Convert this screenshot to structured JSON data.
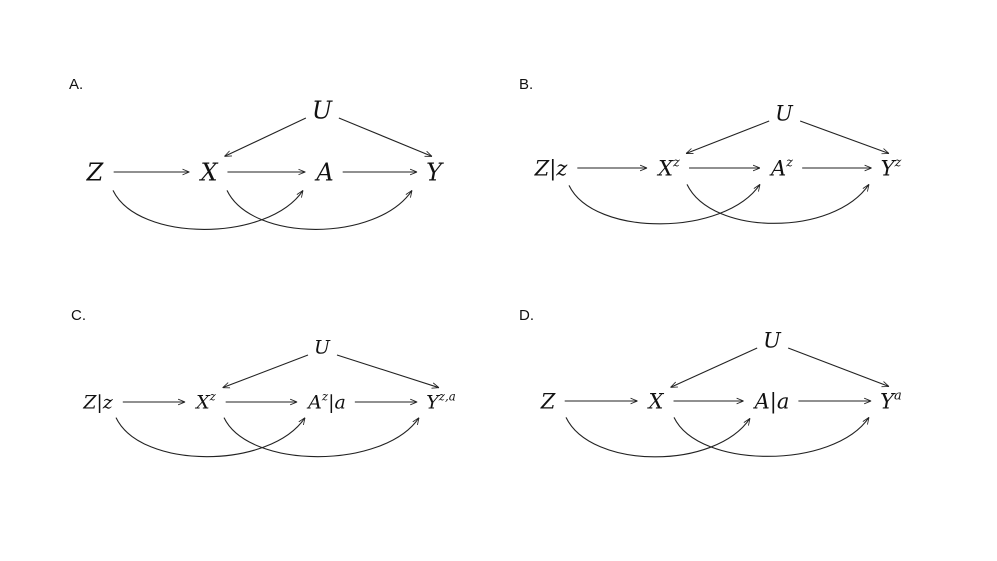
{
  "panels": [
    {
      "label": "A.",
      "nodes": {
        "Z": {
          "base": "Z"
        },
        "X": {
          "base": "X"
        },
        "A": {
          "base": "A"
        },
        "Y": {
          "base": "Y"
        },
        "U": {
          "base": "U"
        }
      }
    },
    {
      "label": "B.",
      "nodes": {
        "Z": {
          "base": "Z",
          "suffix": "|z"
        },
        "X": {
          "base": "X",
          "sup": "z"
        },
        "A": {
          "base": "A",
          "sup": "z"
        },
        "Y": {
          "base": "Y",
          "sup": "z"
        },
        "U": {
          "base": "U"
        }
      }
    },
    {
      "label": "C.",
      "nodes": {
        "Z": {
          "base": "Z",
          "suffix": "|z"
        },
        "X": {
          "base": "X",
          "sup": "z"
        },
        "A": {
          "base": "A",
          "sup": "z",
          "suffix": "|a"
        },
        "Y": {
          "base": "Y",
          "sup": "z,a"
        },
        "U": {
          "base": "U"
        }
      }
    },
    {
      "label": "D.",
      "nodes": {
        "Z": {
          "base": "Z"
        },
        "X": {
          "base": "X"
        },
        "A": {
          "base": "A",
          "suffix": "|a"
        },
        "Y": {
          "base": "Y",
          "sup": "a"
        },
        "U": {
          "base": "U"
        }
      }
    }
  ],
  "edges": [
    [
      "Z",
      "X"
    ],
    [
      "X",
      "A"
    ],
    [
      "A",
      "Y"
    ],
    [
      "U",
      "X"
    ],
    [
      "U",
      "Y"
    ],
    [
      "Z",
      "A"
    ],
    [
      "X",
      "Y"
    ]
  ]
}
